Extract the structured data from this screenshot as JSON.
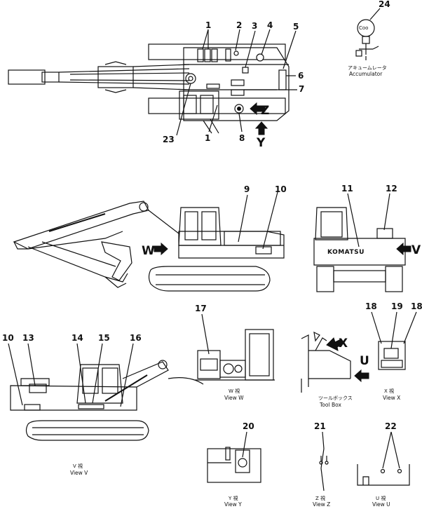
{
  "parts": {
    "p1": "1",
    "p2": "2",
    "p3": "3",
    "p4": "4",
    "p5": "5",
    "p6": "6",
    "p7": "7",
    "p8": "8",
    "p9": "9",
    "p10": "10",
    "p11": "11",
    "p12": "12",
    "p13": "13",
    "p14": "14",
    "p15": "15",
    "p16": "16",
    "p17": "17",
    "p18": "18",
    "p19": "19",
    "p20": "20",
    "p21": "21",
    "p22": "22",
    "p23": "23",
    "p24": "24"
  },
  "directions": {
    "z": "Z",
    "y": "Y",
    "w": "W",
    "v": "V",
    "x": "X",
    "u": "U"
  },
  "accumulator": {
    "jp": "アキュームレータ",
    "en": "Accumulator",
    "label": "Coo"
  },
  "brand": "KOMATSU",
  "views": {
    "w": {
      "jp": "W 視",
      "en": "View W"
    },
    "v": {
      "jp": "V 視",
      "en": "View V"
    },
    "x": {
      "jp": "X 視",
      "en": "View X"
    },
    "y": {
      "jp": "Y 視",
      "en": "View Y"
    },
    "z": {
      "jp": "Z 視",
      "en": "View Z"
    },
    "u": {
      "jp": "U 視",
      "en": "View U"
    }
  },
  "toolbox": {
    "jp": "ツールボックス",
    "en": "Tool Box"
  }
}
